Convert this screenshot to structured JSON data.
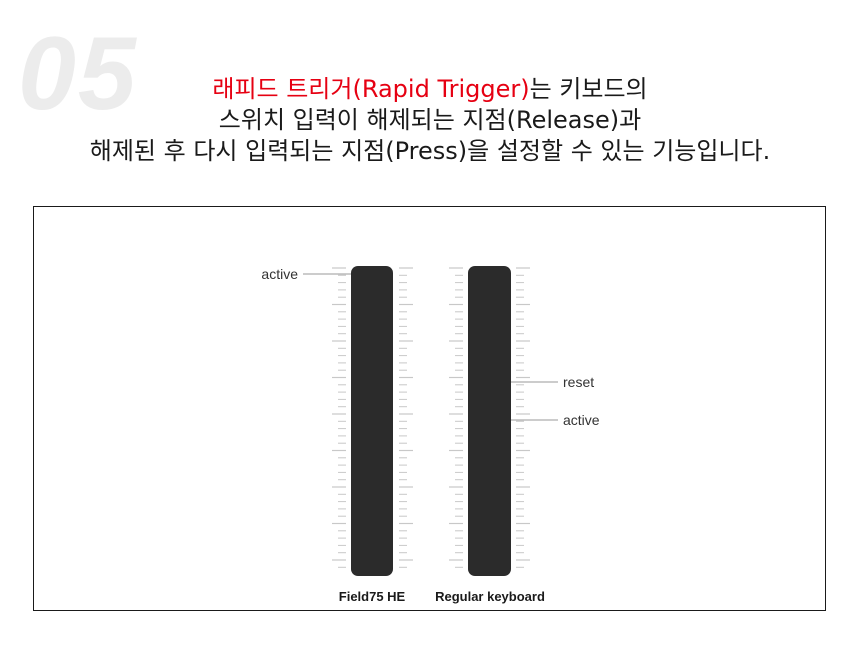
{
  "step_number": "05",
  "headline": {
    "line1_accent": "래피드 트리거(Rapid Trigger)",
    "line1_rest": "는 키보드의",
    "line2": "스위치 입력이 해제되는 지점(Release)과",
    "line3": "해제된 후 다시 입력되는 지점(Press)을 설정할 수 있는 기능입니다."
  },
  "colors": {
    "accent": "#e60012",
    "key_bar": "#2b2b2b",
    "tick": "#c8c8c8",
    "watermark": "#ececec"
  },
  "diagram": {
    "keys": [
      {
        "caption": "Field75 HE",
        "markers": [
          {
            "label": "active",
            "side": "left"
          }
        ]
      },
      {
        "caption": "Regular keyboard",
        "markers": [
          {
            "label": "reset",
            "side": "right"
          },
          {
            "label": "active",
            "side": "right"
          }
        ]
      }
    ]
  }
}
